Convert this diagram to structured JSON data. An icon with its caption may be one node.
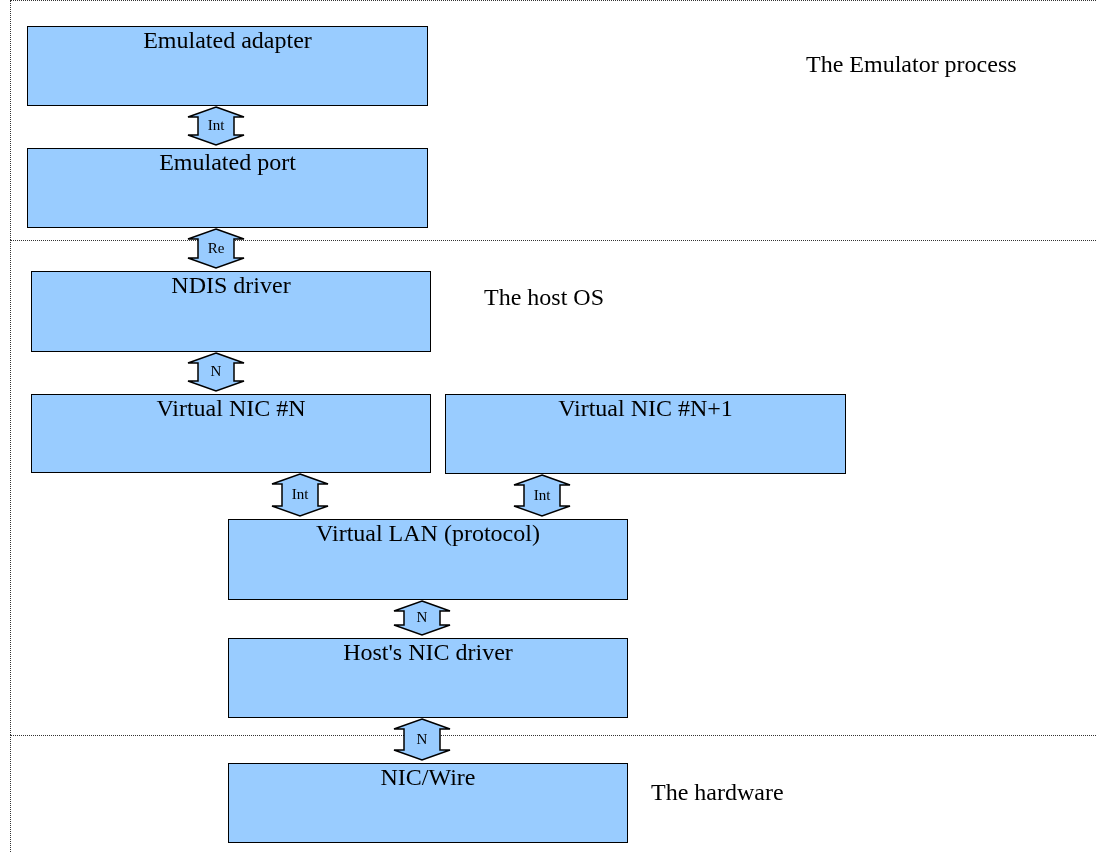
{
  "diagram": {
    "nodes": [
      {
        "text": [
          "The Emulator process"
        ]
      },
      {
        "text": [
          "Emulated adapter"
        ],
        "in": 0
      },
      {
        "text": [
          "Emulated port"
        ],
        "in": 0
      },
      {
        "text": [
          "The host OS"
        ]
      },
      {
        "text": [
          "NDIS driver"
        ],
        "in": 3
      },
      {
        "text": [
          "Virtual NIC #N"
        ],
        "in": 3
      },
      {
        "text": [
          "Virtual NIC #N+1"
        ],
        "in": 3
      },
      {
        "text": [
          "Virtual LAN (protocol)"
        ],
        "in": 3
      },
      {
        "text": [
          "Host's NIC driver"
        ],
        "in": 3
      },
      {
        "text": [
          "The hardware"
        ]
      },
      {
        "text": [
          "NIC/Wire"
        ],
        "in": 9
      }
    ],
    "edges": [
      {
        "from": 1,
        "to": 2,
        "arrow": "both",
        "label": "Int"
      },
      {
        "from": 2,
        "to": 4,
        "arrow": "both",
        "label": "Re"
      },
      {
        "from": 4,
        "to": 5,
        "arrow": "both",
        "label": "N"
      },
      {
        "from": 5,
        "to": 7,
        "arrow": "both",
        "label": "Int"
      },
      {
        "from": 6,
        "to": 7,
        "arrow": "both",
        "label": "Int"
      },
      {
        "from": 7,
        "to": 8,
        "arrow": "both",
        "label": "N"
      },
      {
        "from": 8,
        "to": 10,
        "arrow": "both",
        "label": "N"
      }
    ]
  }
}
